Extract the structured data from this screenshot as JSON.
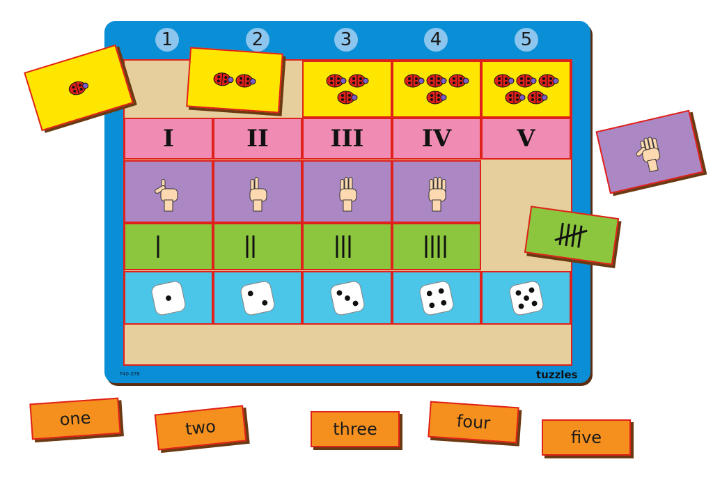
{
  "column_numbers": [
    "1",
    "2",
    "3",
    "4",
    "5"
  ],
  "roman_numerals": [
    "I",
    "II",
    "III",
    "IV",
    "V"
  ],
  "counts": [
    1,
    2,
    3,
    4,
    5
  ],
  "words": [
    "one",
    "two",
    "three",
    "four",
    "five"
  ],
  "product_code": "F40-076",
  "brand_logo": "tuzzles",
  "colors": {
    "board": "#0a8fd6",
    "ladybug_card": "#ffe600",
    "roman_card": "#f08cb4",
    "hand_card": "#ab88c4",
    "tally_card": "#8cc63e",
    "dice_card": "#4cc6e8",
    "word_card": "#f5901e"
  }
}
